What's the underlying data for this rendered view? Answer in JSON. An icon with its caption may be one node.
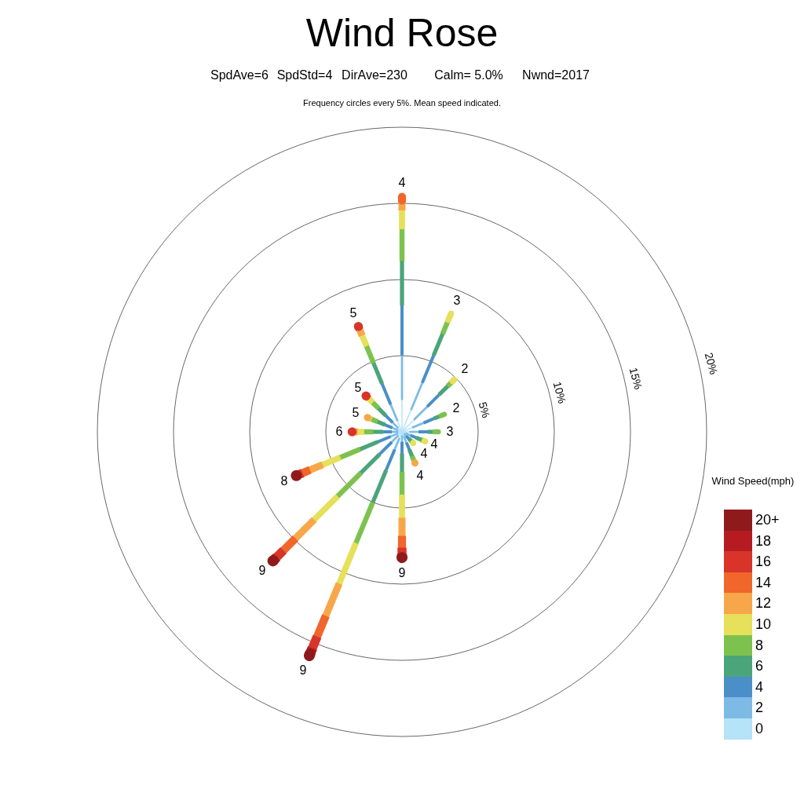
{
  "diagram": {
    "title": "Wind Rose",
    "labels": [
      "SpdAve=6",
      "SpdStd=4",
      "DirAve=230",
      "Calm= 5.0%",
      "Nwnd=2017",
      "Frequency circles every 5%. Mean speed indicated.",
      "4",
      "3",
      "5",
      "20%",
      "15%",
      "2",
      "10%",
      "5",
      "2",
      "5%",
      "5",
      "6",
      "3",
      "4",
      "4",
      "4",
      "8",
      "Wind Speed(mph)",
      "9",
      "9",
      "9"
    ],
    "legend": [
      {
        "text": "20+",
        "color": "#8e1a1c"
      },
      {
        "text": "18",
        "color": "#b51c22"
      },
      {
        "text": "16",
        "color": "#d8342a"
      },
      {
        "text": "14",
        "color": "#f0662b"
      },
      {
        "text": "12",
        "color": "#f7a74a"
      },
      {
        "text": "10",
        "color": "#e6e05a"
      },
      {
        "text": "8",
        "color": "#7dc24f"
      },
      {
        "text": "6",
        "color": "#4aa57a"
      },
      {
        "text": "4",
        "color": "#4a8fc7"
      },
      {
        "text": "2",
        "color": "#7dbbe6"
      },
      {
        "text": "0",
        "color": "#b5e3f7"
      }
    ]
  }
}
